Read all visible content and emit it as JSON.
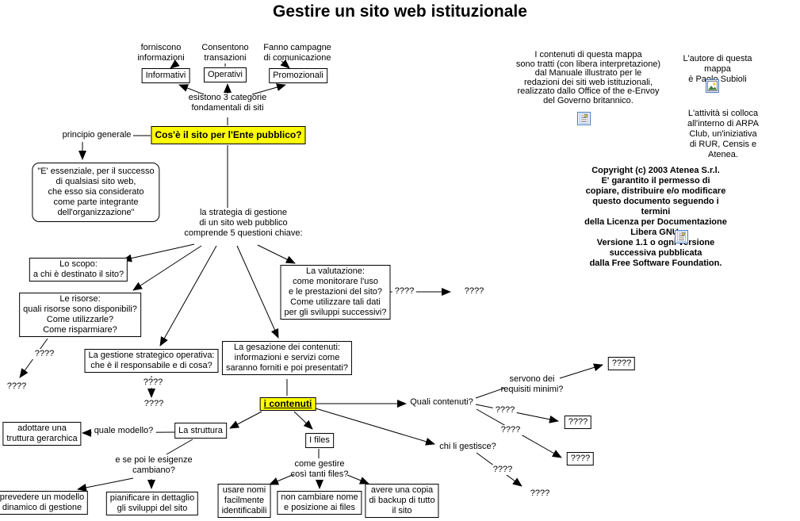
{
  "title": "Gestire un sito web istituzionale",
  "colors": {
    "highlight": "#ffff00",
    "line": "#000000",
    "icon_border": "#4d7ebf"
  },
  "nodes": {
    "informativi": "Informativi",
    "operativi": "Operativi",
    "promozionali": "Promozionali",
    "root_question": "Cos'è il sito per l'Ente pubblico?",
    "quote": "\"E' essenziale, per il successo\ndi qualsiasi sito web,\nche esso sia considerato\ncome parte integrante\ndell'organizzazione\"",
    "scopo": "Lo scopo:\na chi è destinato il sito?",
    "risorse": "Le risorse:\nquali risorse sono disponibili?\nCome utilizzarle?\nCome risparmiare?",
    "valutazione": "La valutazione:\ncome monitorare l'uso\ne le prestazioni del sito?\nCome utilizzare tali dati\nper gli sviluppi successivi?",
    "gestione_operativa": "La gestione strategico operativa:\nche è il responsabile e di cosa?",
    "gestazione_contenuti": "La gesazione dei contenuti:\ninformazioni e servizi come\nsaranno forniti e poi presentati?",
    "contenuti": "i contenuti",
    "struttura": "La struttura",
    "adottare": "adottare una\ntruttura gerarchica",
    "prevedere": "prevedere un modello\ndinamico di gestione",
    "pianificare": "pianificare in dettaglio\ngli sviluppi del sito",
    "files": "I files",
    "usare_nomi": "usare nomi\nfacilmente\nidentificabili",
    "non_cambiare": "non cambiare nome\ne posizione ai files",
    "backup": "avere una copia\ndi backup di tutto\nil sito",
    "unknown_box_1": "????",
    "unknown_box_2": "????",
    "unknown_box_3": "????"
  },
  "labels": {
    "forniscono": "forniscono\ninformazioni",
    "consentono": "Consentono\ntransazioni",
    "fanno_campagne": "Fanno campagne\ndi comunicazione",
    "esistono": "esistono 3 categorie\nfondamentali di siti",
    "principio": "principio generale",
    "strategia": "la strategia di gestione\ndi un sito web pubblico\ncomprende 5 questioni chiave:",
    "quale_modello": "quale modello?",
    "esigenze": "e se poi le esigenze\ncambiano?",
    "come_gestire": "come gestire\ncosì tanti files?",
    "quali_contenuti": "Quali contenuti?",
    "requisiti": "servono dei\nrequisiti minimi?",
    "chi_gestisce": "chi li gestisce?",
    "q_valutazione_link": "????",
    "q_valutazione_end": "????",
    "q_risorse_link": "????",
    "q_risorse_end": "????",
    "q_gestione_link": "????",
    "q_gestione_end": "????",
    "q_contenuti_1": "????",
    "q_contenuti_2": "????",
    "q_gestisce_link": "????",
    "q_gestisce_end": "????"
  },
  "annotations": {
    "source": "I contenuti di questa mappa\nsono tratti (con libera interpretazione)\ndal Manuale illustrato per le\nredazioni dei siti web istituzionali,\nrealizzato dallo Office of the e-Envoy\ndel Governo britannico.",
    "author": "L'autore di questa mappa\nè Paolo Subioli",
    "activity": "L'attività si colloca\nall'interno di ARPA Club, un'iniziativa\ndi RUR, Censis e Atenea.",
    "copyright": "Copyright (c) 2003 Atenea S.r.l.\nE' garantito il permesso di copiare, distribuire e/o modificare\nquesto documento seguendo i termini\ndella Licenza per Documentazione Libera GNU,\nVersione 1.1 o ogni versione successiva pubblicata\ndalla Free Software Foundation."
  },
  "icons": {
    "source": "document-icon",
    "author": "image-icon",
    "license": "document-icon"
  }
}
